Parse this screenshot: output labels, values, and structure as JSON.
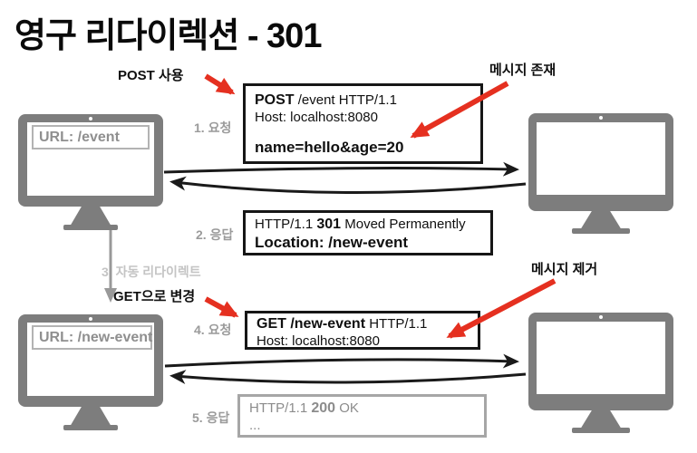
{
  "title": "영구 리다이렉션 - 301",
  "colors": {
    "accent_red": "#e53020",
    "monitor_gray": "#7d7d7d",
    "step_gray": "#9b9b9b",
    "auto_redirect_gray": "#c4c4c4",
    "box_border_black": "#161616",
    "box_border_gray": "#a6a6a6",
    "arrow_black": "#1a1a1a"
  },
  "annotations": {
    "post_used": "POST 사용",
    "message_exists": "메시지 존재",
    "changed_to_get": "GET으로 변경",
    "message_removed": "메시지 제거"
  },
  "steps": {
    "s1": "1. 요청",
    "s2": "2. 응답",
    "s3": "3. 자동 리다이렉트",
    "s4": "4. 요청",
    "s5": "5. 응답"
  },
  "clients": {
    "before_url": "URL: /event",
    "after_url": "URL: /new-event"
  },
  "http": {
    "request1": {
      "method": "POST",
      "target": " /event HTTP/1.1",
      "host": "Host: localhost:8080",
      "body": "name=hello&age=20"
    },
    "response1": {
      "version": "HTTP/1.1 ",
      "status": "301",
      "reason": " Moved Permanently",
      "location": "Location: /new-event"
    },
    "request2": {
      "method": "GET /new-event",
      "target": " HTTP/1.1",
      "host": "Host: localhost:8080"
    },
    "response2": {
      "version": "HTTP/1.1 ",
      "status": "200",
      "reason": " OK",
      "body": "..."
    }
  }
}
